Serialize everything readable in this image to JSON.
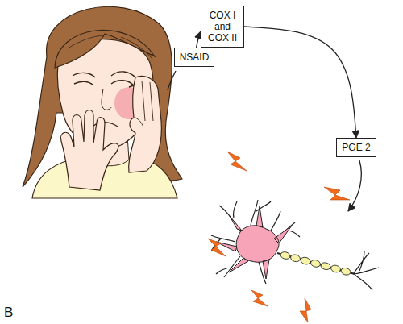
{
  "diagram": {
    "nodes": [
      {
        "text": [
          "NSAID"
        ]
      },
      {
        "text": [
          "COX I and COX II"
        ]
      },
      {
        "text": [
          "PGE 2"
        ]
      }
    ],
    "edges": [
      {
        "from": 0,
        "to": 1,
        "arrow": "to"
      },
      {
        "from": 1,
        "to": 2,
        "arrow": "to"
      }
    ],
    "labels": [
      "B"
    ]
  }
}
